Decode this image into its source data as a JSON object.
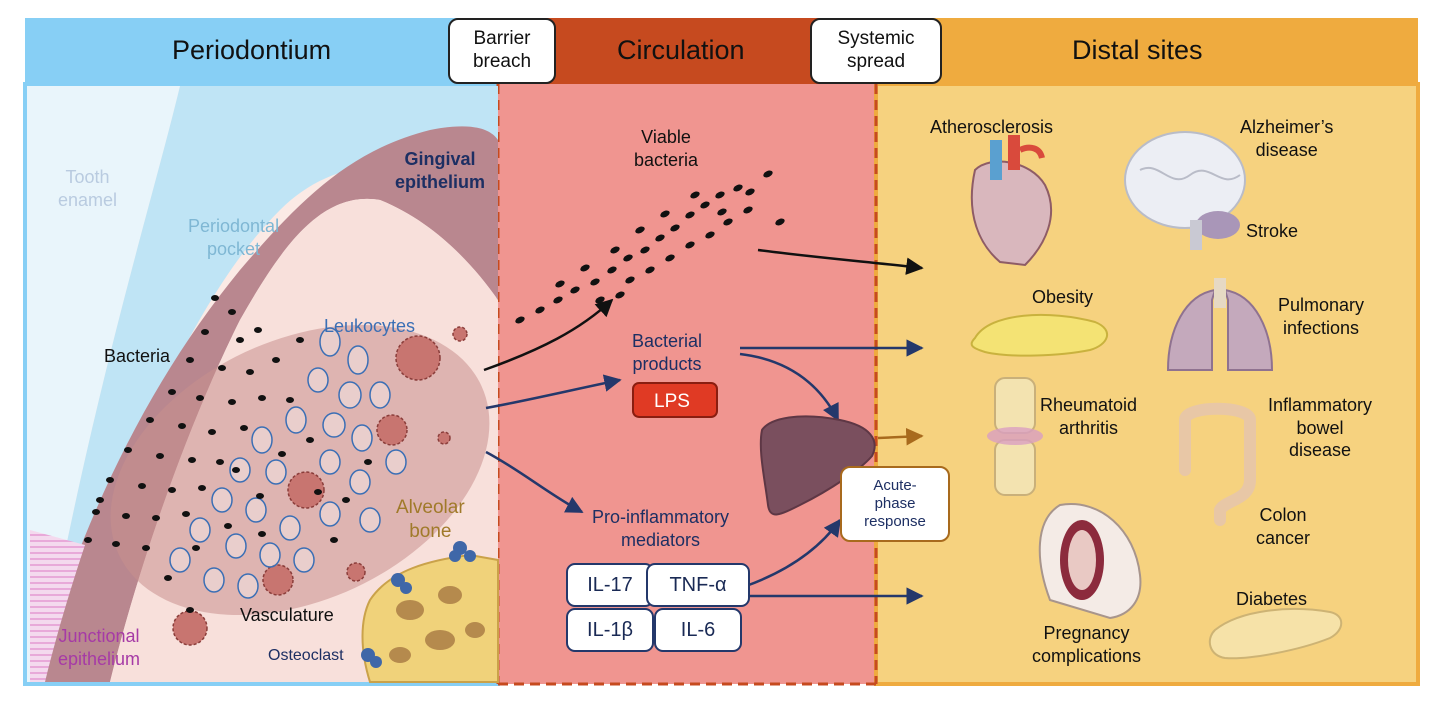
{
  "headers": {
    "periodontium": "Periodontium",
    "circulation": "Circulation",
    "distal_sites": "Distal sites"
  },
  "transitions": {
    "barrier_breach": [
      "Barrier",
      "breach"
    ],
    "systemic_spread": [
      "Systemic",
      "spread"
    ]
  },
  "periodontium_labels": {
    "tooth_enamel": [
      "Tooth",
      "enamel"
    ],
    "periodontal_pocket": [
      "Periodontal",
      "pocket"
    ],
    "gingival_epithelium": [
      "Gingival",
      "epithelium"
    ],
    "bacteria": "Bacteria",
    "leukocytes": "Leukocytes",
    "alveolar_bone": [
      "Alveolar",
      "bone"
    ],
    "vasculature": "Vasculature",
    "osteoclast": "Osteoclast",
    "junctional_epithelium": [
      "Junctional",
      "epithelium"
    ]
  },
  "circulation_labels": {
    "viable_bacteria": [
      "Viable",
      "bacteria"
    ],
    "bacterial_products": [
      "Bacterial",
      "products"
    ],
    "lps": "LPS",
    "pro_inflammatory": [
      "Pro-inflammatory",
      "mediators"
    ],
    "cytokines": [
      "IL-17",
      "TNF-α",
      "IL-1β",
      "IL-6"
    ],
    "acute_phase": [
      "Acute-",
      "phase",
      "response"
    ]
  },
  "distal_sites": {
    "atherosclerosis": "Atherosclerosis",
    "alzheimers": [
      "Alzheimer’s",
      "disease"
    ],
    "stroke": "Stroke",
    "obesity": "Obesity",
    "pulmonary": [
      "Pulmonary",
      "infections"
    ],
    "rheumatoid": [
      "Rheumatoid",
      "arthritis"
    ],
    "ibd": [
      "Inflammatory",
      "bowel",
      "disease"
    ],
    "colon_cancer": [
      "Colon",
      "cancer"
    ],
    "pregnancy": [
      "Pregnancy",
      "complications"
    ],
    "diabetes": "Diabetes"
  },
  "colors": {
    "periodontium_header": "#87cff5",
    "circulation_header": "#c64a1f",
    "distal_header": "#efab3f",
    "circulation_panel": "#f09590",
    "distal_panel": "#f6d27f",
    "arrow_navy": "#24386b",
    "arrow_brown": "#a86a1d",
    "lps_fill": "#e03a24",
    "text_navy": "#1d2f63",
    "leukocyte_blue": "#3b6fb5",
    "tooth_text": "#b9cbe0",
    "pocket_text": "#7fb7d4",
    "alveolar_text": "#a07a2a",
    "junctional_text": "#a63aa6"
  },
  "icons": [
    "heart-icon",
    "brain-icon",
    "fat-tissue-icon",
    "lungs-icon",
    "knee-joint-icon",
    "colon-icon",
    "fetus-icon",
    "pancreas-icon",
    "liver-icon"
  ]
}
